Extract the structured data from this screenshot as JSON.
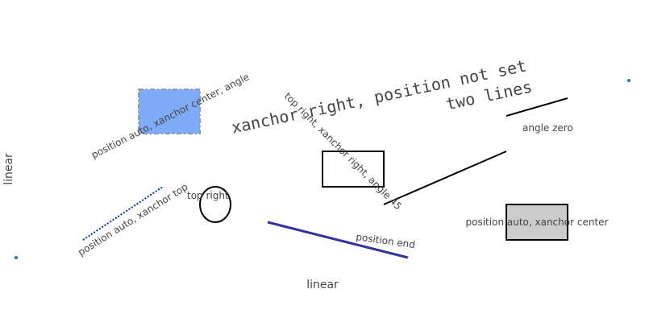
{
  "chart_data": {
    "type": "scatter",
    "title": "",
    "xaxis": {
      "title": "linear",
      "type": "linear",
      "range": [
        0,
        1
      ],
      "grid": false,
      "ticks_shown": false
    },
    "yaxis": {
      "title": "linear",
      "type": "linear",
      "range": [
        0,
        1
      ],
      "grid": false,
      "ticks_shown": false
    },
    "series": [
      {
        "x": [
          0,
          1
        ],
        "y": [
          0,
          1
        ],
        "marker_color": "#1f77b4"
      }
    ],
    "annotations": [
      {
        "text": "position auto, xanchor center, angle",
        "angle": -27
      },
      {
        "text": "top right, xanchor right, angle 45",
        "angle": 45
      },
      {
        "text": "xanchor right, position not set",
        "angle": -12
      },
      {
        "text": "two lines",
        "angle": -12
      },
      {
        "text": "angle zero",
        "angle": 0
      },
      {
        "text": "top right",
        "angle": 0
      },
      {
        "text": "position auto, xanchor top",
        "angle": -32
      },
      {
        "text": "position end",
        "angle": 8
      },
      {
        "text": "position auto, xanchor center",
        "angle": 0
      }
    ],
    "shapes": [
      {
        "kind": "rect",
        "fill": "#7faaf6",
        "line_color": "#8c99a6",
        "line_dash": "dashdot"
      },
      {
        "kind": "circle",
        "fill": "none",
        "line_color": "#000000"
      },
      {
        "kind": "rect",
        "fill": "none",
        "line_color": "#000000"
      },
      {
        "kind": "rect",
        "fill": "#cccccc",
        "line_color": "#000000"
      },
      {
        "kind": "line",
        "line_color": "#000000"
      },
      {
        "kind": "line",
        "line_color": "#000000"
      },
      {
        "kind": "line",
        "line_color": "#333399"
      },
      {
        "kind": "line",
        "line_color": "#003399",
        "line_dash": "dot"
      }
    ],
    "colors": {
      "text": "#444444",
      "marker": "#1f77b4"
    }
  }
}
